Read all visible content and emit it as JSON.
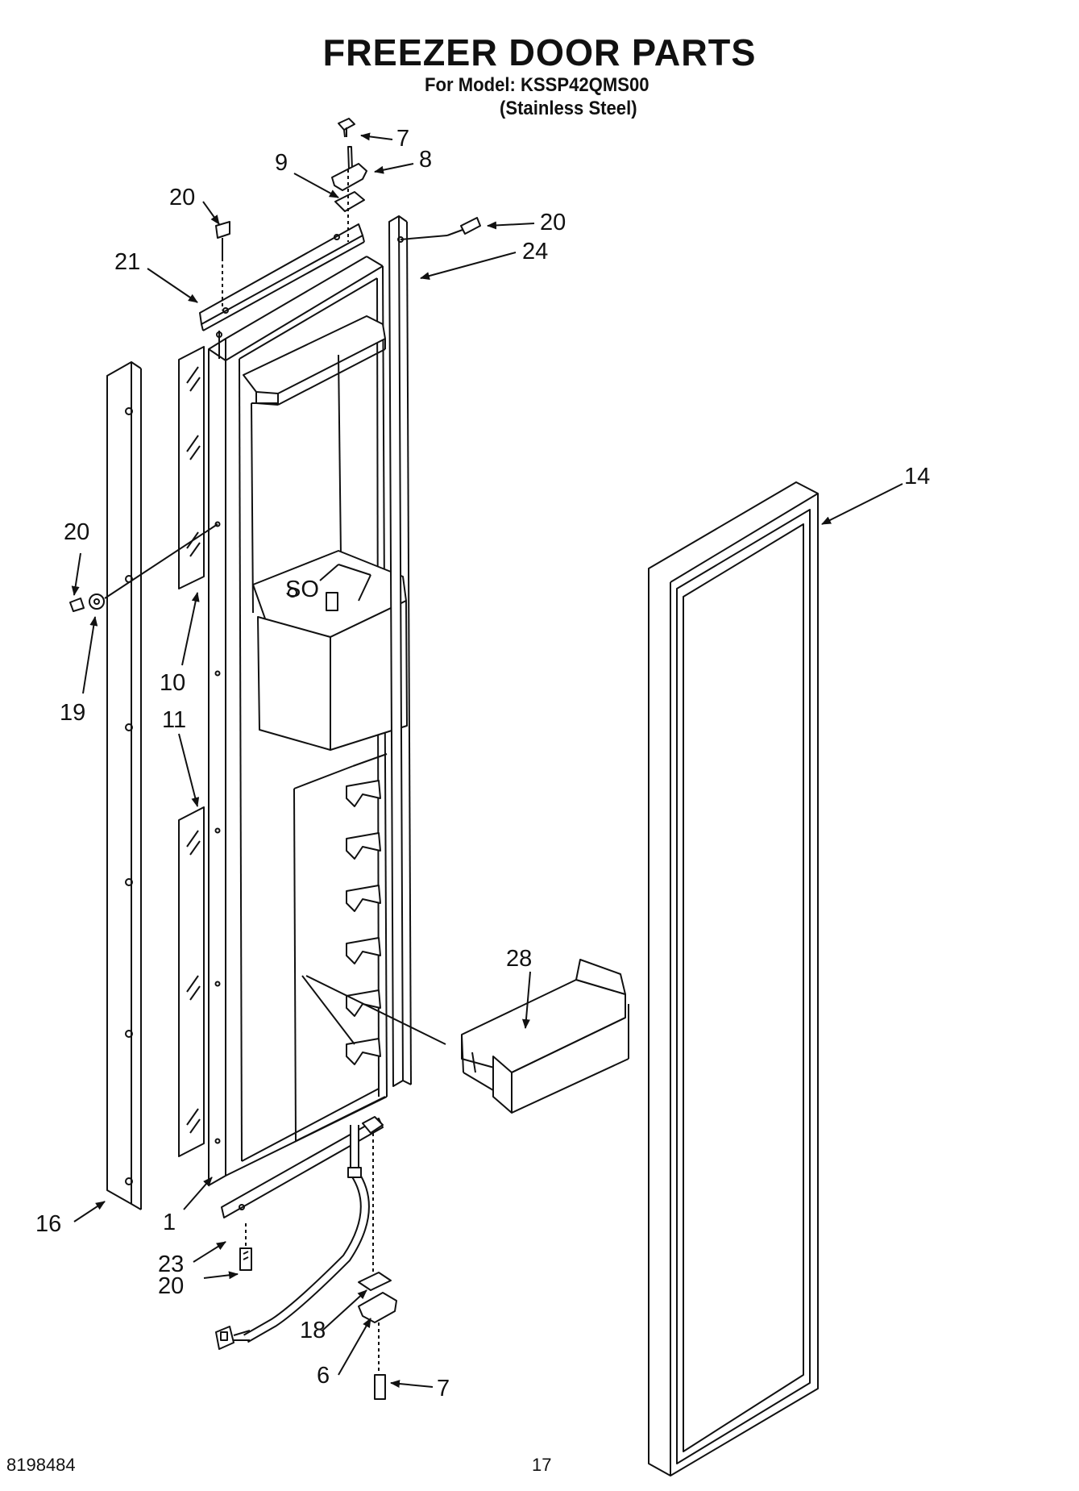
{
  "header": {
    "title": "FREEZER DOOR PARTS",
    "model_line": "For Model: KSSP42QMS00",
    "finish_line": "(Stainless Steel)"
  },
  "callouts": [
    "7",
    "8",
    "9",
    "20",
    "20",
    "21",
    "24",
    "20",
    "19",
    "10",
    "11",
    "14",
    "28",
    "16",
    "1",
    "23",
    "20",
    "18",
    "6",
    "7"
  ],
  "footer": {
    "doc_number": "8198484",
    "page_number": "17"
  }
}
